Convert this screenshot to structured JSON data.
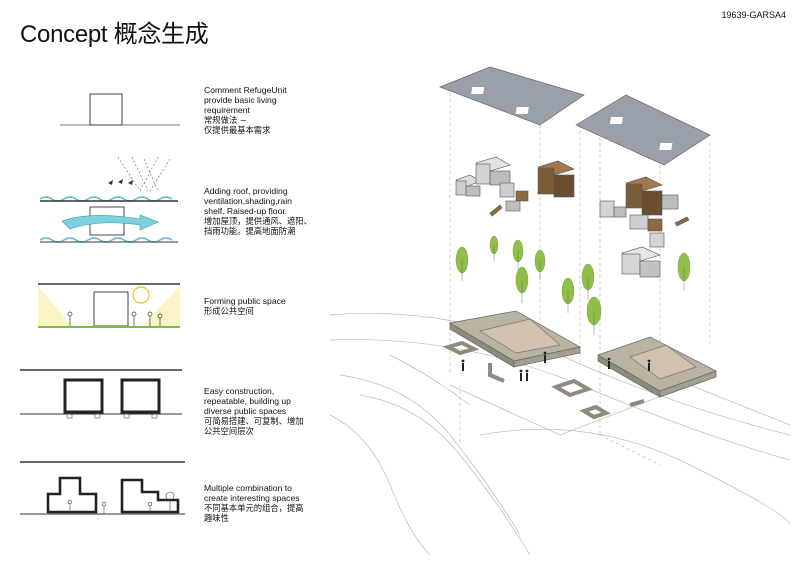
{
  "header": {
    "title": "Concept  概念生成",
    "code": "19639-GARSA4"
  },
  "steps": [
    {
      "en": "Comment RefugeUnit\nprovide basic living\nrequirement",
      "cn": "常规做法 ~\n仅提供最基本需求"
    },
    {
      "en": "Adding roof, providing\nventilation,shading,rain\nshelf. Raised-up floor.",
      "cn": "增加屋顶，提供通风、遮阳、\n挡雨功能。提高地面防潮"
    },
    {
      "en": "Forming public space",
      "cn": "形成公共空间"
    },
    {
      "en": "Easy construction,\nrepeatable, building up\ndiverse public spaces",
      "cn": "可简易搭建、可复制、增加\n公共空间层次"
    },
    {
      "en": "Multiple combination to\ncreate interesting spaces",
      "cn": "不同基本单元的组合，提高\n趣味性"
    }
  ],
  "colors": {
    "roof": "#9aa0aa",
    "wind": "#3fb5c8",
    "sun": "#f3d22a",
    "grass": "#8bc34a",
    "wood": "#7a5c3a",
    "deck": "#b9b3a2",
    "tree": "#8fbf4a"
  }
}
